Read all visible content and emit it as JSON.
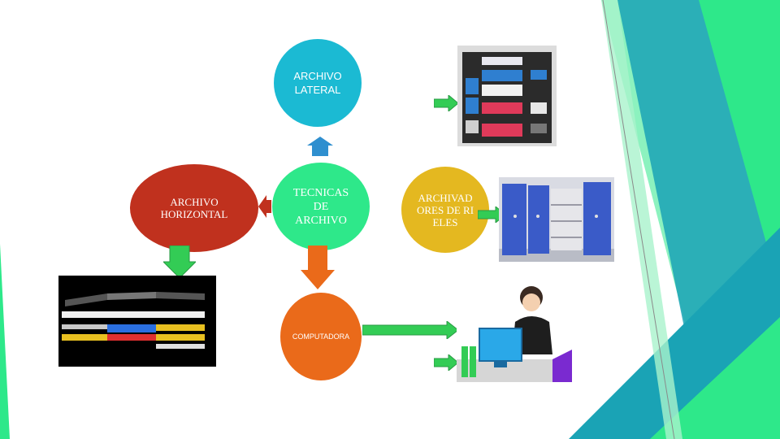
{
  "diagram": {
    "center": {
      "label": "TECNICAS DE ARCHIVO",
      "color": "#2ee88a"
    },
    "top": {
      "label": "ARCHIVO LATERAL",
      "color": "#1bbad3"
    },
    "left": {
      "label": "ARCHIVO HORIZONTAL",
      "color": "#c0311e"
    },
    "right": {
      "label": "ARCHIVADORES DE RIELES",
      "color": "#e4b820"
    },
    "bottom": {
      "label": "COMPUTADORA",
      "color": "#ea6a1a"
    }
  },
  "colors": {
    "arrow_blue": "#2f8fcf",
    "arrow_green": "#33cc55",
    "arrow_orange": "#ea6a1a",
    "arrow_red": "#c0311e",
    "deco_teal": "#1aa3b5",
    "deco_green": "#2ee88a"
  },
  "images": {
    "shelving": "bookshelf-illustration",
    "rail_archive": "mobile-shelving-illustration",
    "horizontal_trays": "letter-tray-illustration",
    "office_worker": "office-worker-illustration"
  }
}
